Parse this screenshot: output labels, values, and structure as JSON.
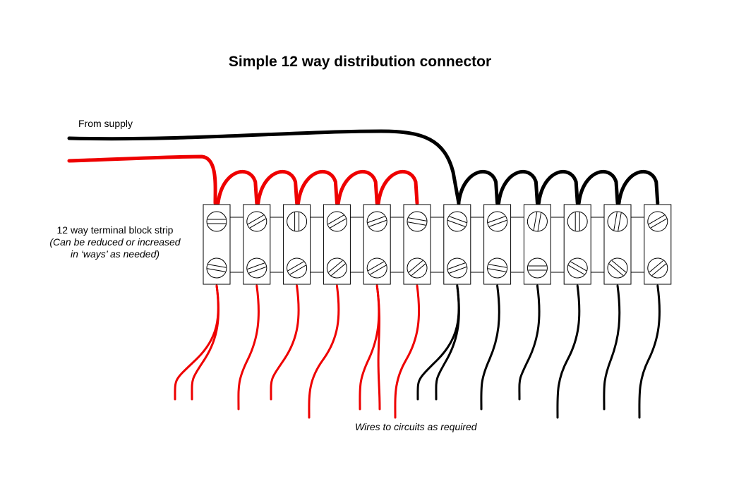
{
  "title": "Simple 12 way distribution connector",
  "supply_label": "From supply",
  "strip_label": {
    "line1": "12 way terminal block strip",
    "line2": "(Can be reduced or increased",
    "line3": "in ‘ways’ as needed)"
  },
  "circuits_label": "Wires to circuits as required",
  "colors": {
    "live": "#ee0000",
    "neutral": "#000000",
    "outline": "#000000"
  },
  "terminal_count": 12,
  "live_terminals": 6,
  "neutral_terminals": 6
}
